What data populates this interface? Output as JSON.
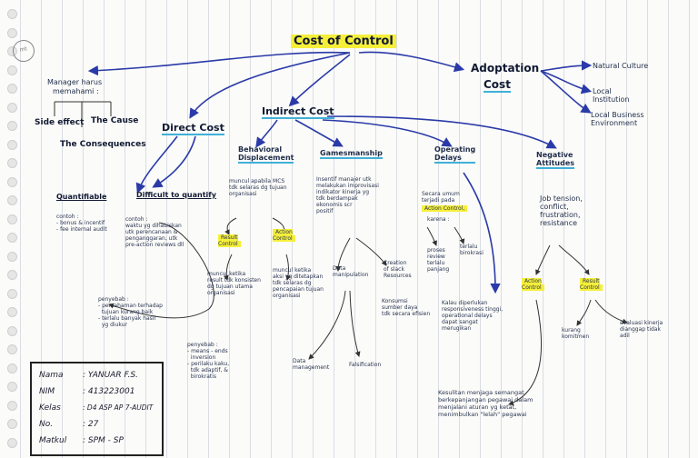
{
  "title": "Cost of Control",
  "left_note": {
    "line1": "Manager harus",
    "line2": "memahami :",
    "side_effect": "Side effect",
    "the_cause": "The Cause",
    "consequences": "The Consequences"
  },
  "direct_cost": "Direct Cost",
  "indirect_cost": "Indirect Cost",
  "adaptation_cost": {
    "line1": "Adoptation",
    "line2": "Cost"
  },
  "adaptation_items": [
    "Natural Culture",
    "Local Institution",
    "Local Business Environment"
  ],
  "quantifiable": "Quantifiable",
  "quantifiable_text": "contoh :\n- bonus & incentif\n- fee internal audit",
  "difficult": "Difficult to quantify",
  "difficult_text": "contoh :\nwaktu yg dihabiskan\nutk perencanaan &\npenganggaran, utk\npre-action reviews dll",
  "behavioral": "Behavioral\nDisplacement",
  "behavioral_text": "muncul apabila MCS\ntdk selaras dg tujuan\norganisasi",
  "result_control": "Result\nControl",
  "action_control": "Action\nControl",
  "result_desc": "muncul ketika\nresult tdk konsisten\ndg tujuan utama\norganisasi",
  "action_desc": "muncul ketika\naksi yg ditetapkan\ntdk selaras dg\npencapaian tujuan\norganisasi",
  "penyebab1": "penyebab :\n- pemahaman terhadap\n  tujuan kurang baik\n- terlalu banyak hasil\n  yg diukur",
  "penyebab2": "penyebab :\n- means - ends\n  inversion\n- perilaku kaku,\n  tdk adaptif, &\n  birokratis",
  "gamesmanship": "Gamesmanship",
  "games_text": "Insentif manajer utk\nmelakukan improvisasi\nindikator kinerja yg\ntdk berdampak\nekonomis scr\npositif",
  "data_manip": "Data\nmanipulation",
  "creation": "Creation\nof slack\nResources",
  "konsumsi": "Konsumsi\nsumber daya\ntdk secara efisien",
  "data_mgmt": "Data\nmanagement",
  "falsification": "Falsification",
  "operating": "Operating\nDelays",
  "operating_text": "Secara umum\nterjadi pada",
  "action_control_2": "Action Control,",
  "karena": "karena :",
  "proses": "proses\nreview\nterlalu\npanjang",
  "terlalu": "terlalu\nbirokrasi",
  "kalau": "Kalau diperlukan\nresponsiveness tinggi,\noperational delays\ndapat sangat\nmerugikan",
  "negative": "Negative\nAttitudes",
  "negative_text": "Job tension,\nconflict,\nfrustration,\nresistance",
  "action_control_3": "Action\nControl",
  "result_control_3": "Result\nControl",
  "kurang": "kurang\nkomitmen",
  "evaluasi": "evaluasi kinerja\ndianggap tidak\nadil",
  "kesimpulan": "Kesulitan menjaga semangat\nberkepanjangan pegawai dalam\nmenjalani aturan yg ketat,\nmenimbulkan \"lelah\" pegawai",
  "identity": [
    {
      "label": "Nama",
      "value": "YANUAR F.S."
    },
    {
      "label": "NIM",
      "value": "413223001"
    },
    {
      "label": "Kelas",
      "value": "D4 ASP AP 7-AUDIT"
    },
    {
      "label": "No.",
      "value": "27"
    },
    {
      "label": "Matkul",
      "value": "SPM - SP"
    }
  ],
  "colors": {
    "ink": "#1f2d4a",
    "arrows": "#2a3aa8",
    "highlight": "#f5ef3a",
    "underline": "#3fb0d8"
  }
}
